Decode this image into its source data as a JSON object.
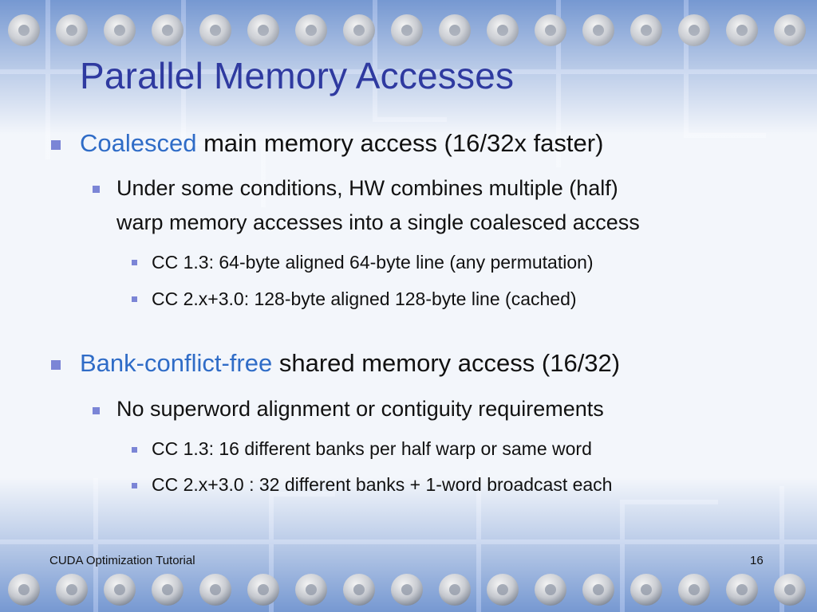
{
  "slide": {
    "title": "Parallel Memory Accesses",
    "bullets": [
      {
        "highlight": "Coalesced",
        "rest": " main memory access (16/32x faster)",
        "sub": [
          {
            "lines": [
              "Under some conditions, HW combines multiple (half)",
              "warp memory accesses into a single coalesced access"
            ],
            "sub": [
              "CC 1.3: 64-byte aligned 64-byte line (any permutation)",
              "CC 2.x+3.0: 128-byte aligned 128-byte line (cached)"
            ]
          }
        ]
      },
      {
        "highlight": "Bank-conflict-free",
        "rest": " shared memory access (16/32)",
        "sub": [
          {
            "lines": [
              "No superword alignment or contiguity requirements"
            ],
            "sub": [
              "CC 1.3: 16 different banks per half warp or same word",
              "CC 2.x+3.0 : 32 different banks + 1-word broadcast each"
            ]
          }
        ]
      }
    ],
    "footer": {
      "left": "CUDA Optimization Tutorial",
      "page": "16"
    }
  },
  "colors": {
    "title": "#2f3aa0",
    "highlight": "#2f6cc7",
    "bullet": "#7b85d6",
    "board": "#5f86c8"
  }
}
